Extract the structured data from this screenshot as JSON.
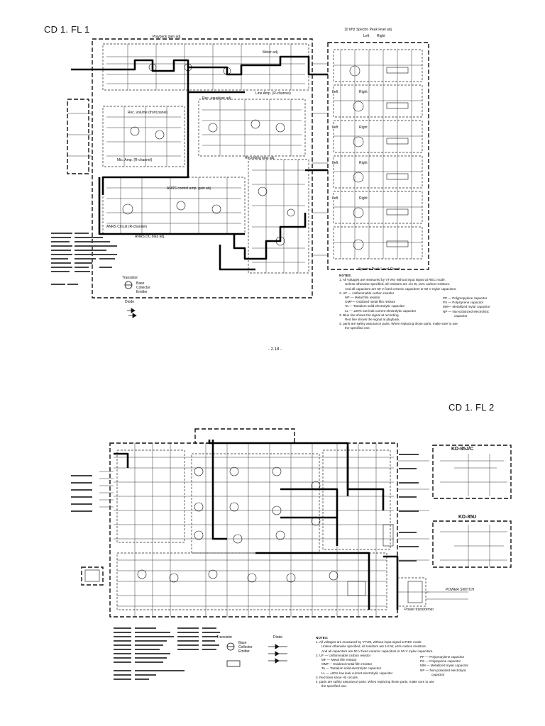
{
  "page_number": "- 2.18 -",
  "upper": {
    "title": "CD 1. FL 1",
    "labels": {
      "spectro_peak_adj": "10 kHz Spectro Peak level adj.",
      "left": "Left",
      "right": "Right",
      "playback_gain": "Playback gain adj.",
      "meter_adj": "Meter adj.",
      "line_amp": "Line Amp. (R-channel)",
      "rec_equalizer": "Rec. equalizer adj.",
      "rec_volume": "Rec. volume (front panel)",
      "mic_amp": "Mic. Amp. (R-channel)",
      "anrs_control": "ANRS control amp. gain adj.",
      "anrs_dc_bias": "ANRS DC bias adj.",
      "anrs_circuit": "ANRS Circuit (R-channel)",
      "recording_bias": "Recording bias adj.",
      "spectro_circuit": "Spectro Peak Level Circuit",
      "transistor": "Transistor",
      "diode": "Diode",
      "tr_pins": [
        "Base",
        "Collector",
        "Emitter"
      ]
    },
    "notes_title": "NOTES:",
    "notes": [
      "1.  All voltages are measured by VTVM, without input signal at REC mode.",
      "Unless otherwise specified, all resistors are 1/4 W, ±5% carbon resistors.",
      "And all capacitors are 50 V fixed ceramic capacitors or 50 V mylar capacitors.",
      "2.  UF — Unflammable carbon resistor",
      "MF — Metal film resistor",
      "OMF— Oxidized metal film resistor",
      "Ta — Tantalum solid electrolytic capacitor",
      "LL — ±20% low leak current electrolytic capacitor",
      "3.  Blue line shows the signal at recording.",
      "Red line shows the signal at playback.",
      "4.        parts are safety assurance parts. When replacing those parts, make sure to use",
      "the specified one."
    ],
    "notes_right": [
      "PP — Polypropylene capacitor",
      "PS — Polystyrene capacitor",
      "MM— Metallized mylar capacitor",
      "NP — Non-polarized electrolytic",
      "capacitor"
    ]
  },
  "lower": {
    "title": "CD 1. FL 2",
    "model_a": "KD-85J/C",
    "model_b": "KD-85U",
    "labels": {
      "transistor": "Transistor",
      "diode": "Diode",
      "tr_pins": [
        "Base",
        "Collector",
        "Emitter"
      ],
      "power_transformer": "Power transformer",
      "power_switch": "POWER SWITCH"
    },
    "notes_title": "NOTES:",
    "notes": [
      "1.  All voltages are measured by VTVM, without input signal at REC mode.",
      "Unless otherwise specified, all resistors are 1/4 W, ±5% carbon resistors.",
      "And all capacitors are 50 V fixed ceramic capacitors or 50 V mylar capacitors.",
      "2.  UF — Unflammable carbon resistor",
      "MF — Metal film resistor",
      "OMF— Oxidized metal film resistor",
      "Ta — Tantalum solid electrolytic capacitor",
      "LL — ±20% low leak current electrolytic capacitor",
      "3.  Red lines show +B circuits.",
      "4.        parts are safety assurance parts. When replacing those parts, make sure to use",
      "the specified one."
    ],
    "notes_right": [
      "PP — Polypropylene capacitor",
      "PS — Polystyrene capacitor",
      "MM — Metallized mylar capacitor",
      "NP — Non-polarized electrolytic",
      "capacitor"
    ]
  }
}
